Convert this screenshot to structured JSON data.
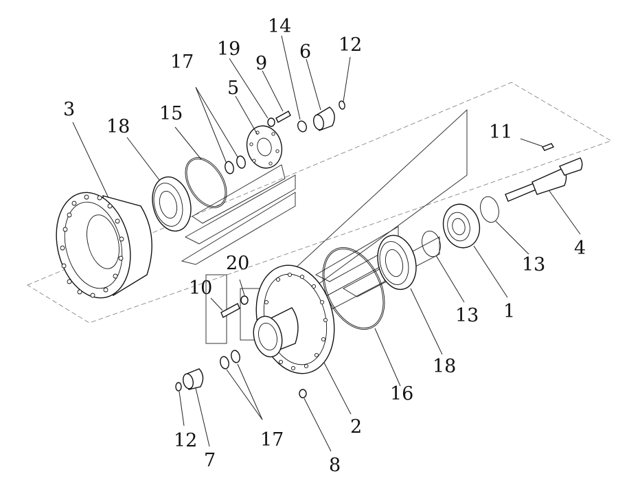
{
  "diagram": {
    "callouts": [
      {
        "id": "c1",
        "text": "1"
      },
      {
        "id": "c2",
        "text": "2"
      },
      {
        "id": "c3",
        "text": "3"
      },
      {
        "id": "c4",
        "text": "4"
      },
      {
        "id": "c5",
        "text": "5"
      },
      {
        "id": "c6",
        "text": "6"
      },
      {
        "id": "c7",
        "text": "7"
      },
      {
        "id": "c8",
        "text": "8"
      },
      {
        "id": "c9",
        "text": "9"
      },
      {
        "id": "c10",
        "text": "10"
      },
      {
        "id": "c11",
        "text": "11"
      },
      {
        "id": "c12a",
        "text": "12"
      },
      {
        "id": "c12b",
        "text": "12"
      },
      {
        "id": "c13a",
        "text": "13"
      },
      {
        "id": "c13b",
        "text": "13"
      },
      {
        "id": "c14",
        "text": "14"
      },
      {
        "id": "c15",
        "text": "15"
      },
      {
        "id": "c16",
        "text": "16"
      },
      {
        "id": "c17a",
        "text": "17"
      },
      {
        "id": "c17b",
        "text": "17"
      },
      {
        "id": "c18a",
        "text": "18"
      },
      {
        "id": "c18b",
        "text": "18"
      },
      {
        "id": "c19",
        "text": "19"
      },
      {
        "id": "c20",
        "text": "20"
      }
    ]
  }
}
